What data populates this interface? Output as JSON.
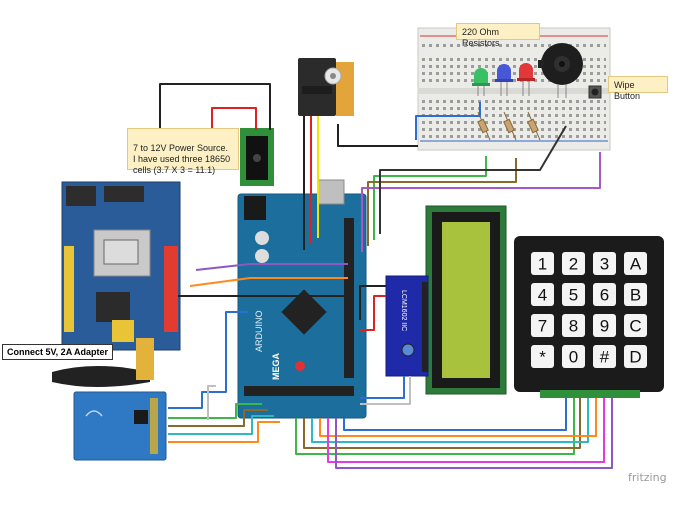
{
  "notes": {
    "resistors": "220 Ohm Resistors",
    "wipe_button": "Wipe Button",
    "power_source": "7 to 12V Power Source.\nI have used three 18650\ncells (3.7 X 3 = 11.1)",
    "adapter": "Connect 5V, 2A Adapter"
  },
  "lcd_module": {
    "text": "LCM1602 IIC"
  },
  "arduino": {
    "brand": "ARDUINO",
    "model": "MEGA"
  },
  "keypad": {
    "keys": [
      "1",
      "2",
      "3",
      "A",
      "4",
      "5",
      "6",
      "B",
      "7",
      "8",
      "9",
      "C",
      "*",
      "0",
      "#",
      "D"
    ]
  },
  "brand": "fritzing",
  "colors": {
    "board": "#1c6e9c",
    "lcd_screen": "#a9c23d",
    "keypad_body": "#1b1b1b",
    "breadboard": "#e9e9e6",
    "rfid": "#2f78c3"
  }
}
